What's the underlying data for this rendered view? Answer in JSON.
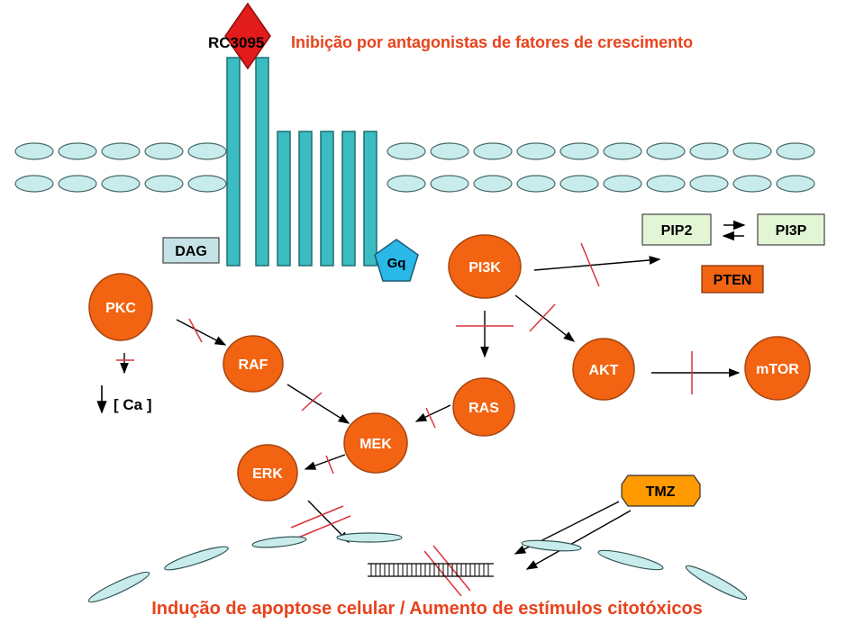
{
  "top_caption": "Inibição por antagonistas de fatores de crescimento",
  "bottom_caption": "Indução de apoptose celular / Aumento de estímulos citotóxicos",
  "receptor_label": "RC3095",
  "nodes": {
    "dag": "DAG",
    "gq": "Gq",
    "pkc": "PKC",
    "raf": "RAF",
    "mek": "MEK",
    "erk": "ERK",
    "ras": "RAS",
    "pi3k": "PI3K",
    "akt": "AKT",
    "mtor": "mTOR",
    "pip2": "PIP2",
    "pi3p": "PI3P",
    "pten": "PTEN",
    "tmz": "TMZ",
    "ca": "[ Ca ]"
  },
  "colors": {
    "caption": "#e8431c",
    "node_fill": "#f26411",
    "node_stroke": "#a84410",
    "receptor": "#3bbcc0",
    "membrane": "#c8ecec",
    "diamond": "#e21b1b",
    "gq": "#29b8e8",
    "pip_box": "#e2f6d6",
    "dag_box": "#c5e3e6",
    "inhibit": "#d9343a",
    "tmz": "#ff9a00"
  }
}
